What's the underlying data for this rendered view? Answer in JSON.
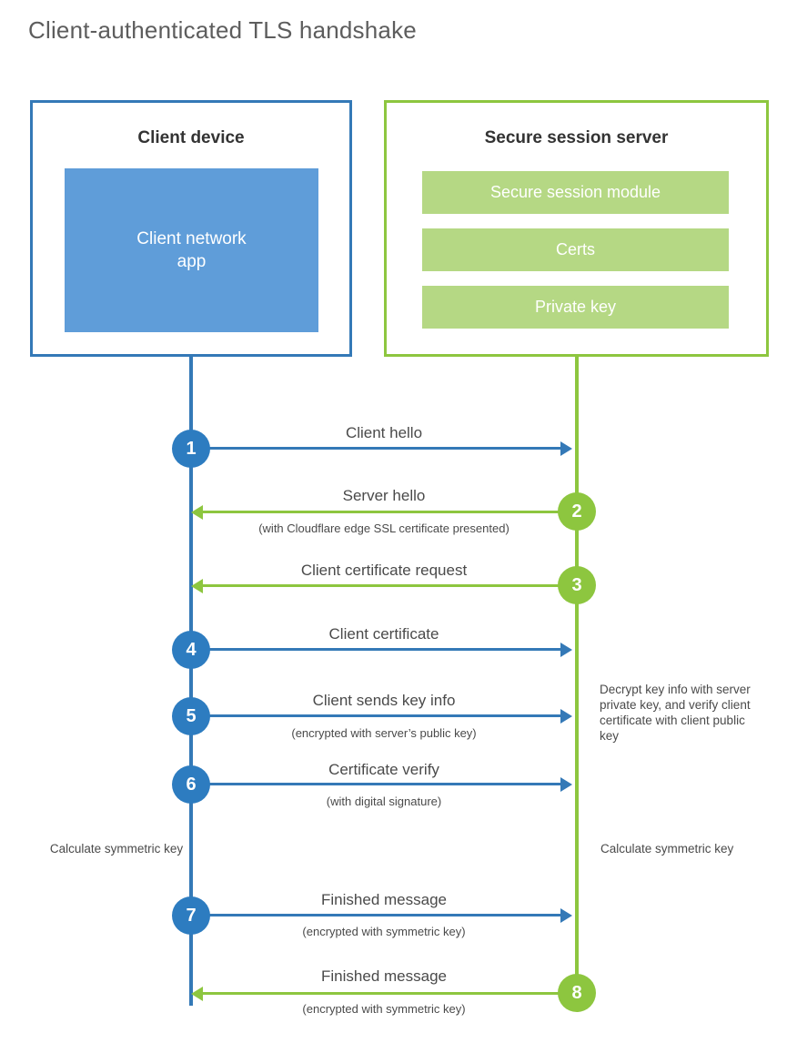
{
  "title": "Client-authenticated TLS handshake",
  "colors": {
    "client_blue": "#3479b7",
    "client_app_blue": "#5f9dd9",
    "step_blue": "#2d7cc0",
    "server_green": "#8dc63f",
    "server_bar_green": "#b5d884",
    "text": "#4a4a4a"
  },
  "client": {
    "title": "Client device",
    "app_line_1": "Client network",
    "app_line_2": "app"
  },
  "server": {
    "title": "Secure session server",
    "components": [
      "Secure session module",
      "Certs",
      "Private key"
    ]
  },
  "steps": [
    {
      "number": "1",
      "label": "Client hello",
      "sub": "",
      "direction": "client-to-server",
      "actor": "client"
    },
    {
      "number": "2",
      "label": "Server hello",
      "sub": "(with Cloudflare edge SSL certificate presented)",
      "direction": "server-to-client",
      "actor": "server"
    },
    {
      "number": "3",
      "label": "Client certificate request",
      "sub": "",
      "direction": "server-to-client",
      "actor": "server"
    },
    {
      "number": "4",
      "label": "Client certificate",
      "sub": "",
      "direction": "client-to-server",
      "actor": "client"
    },
    {
      "number": "5",
      "label": "Client sends key info",
      "sub": "(encrypted with server’s public key)",
      "direction": "client-to-server",
      "actor": "client"
    },
    {
      "number": "6",
      "label": "Certificate verify",
      "sub": "(with digital signature)",
      "direction": "client-to-server",
      "actor": "client"
    },
    {
      "number": "7",
      "label": "Finished message",
      "sub": "(encrypted with symmetric key)",
      "direction": "client-to-server",
      "actor": "client"
    },
    {
      "number": "8",
      "label": "Finished message",
      "sub": "(encrypted with symmetric key)",
      "direction": "server-to-client",
      "actor": "server"
    }
  ],
  "notes": {
    "decrypt": "Decrypt key info with server private key, and verify client certificate with client public key",
    "client_symmetric_key": "Calculate symmetric key",
    "server_symmetric_key": "Calculate symmetric key"
  }
}
